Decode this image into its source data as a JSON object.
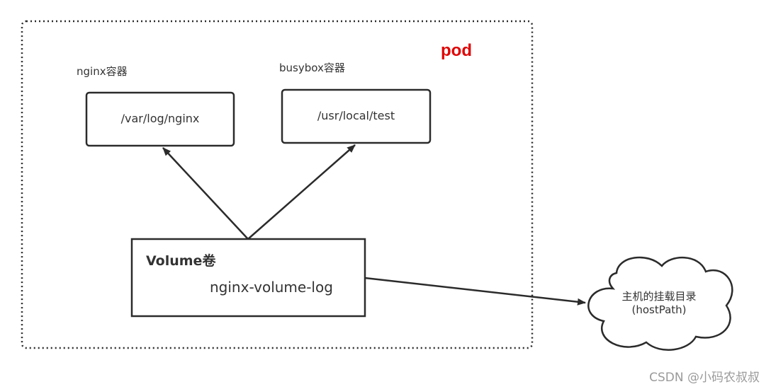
{
  "pod": {
    "label": "pod",
    "label_color": "#e00000"
  },
  "containers": [
    {
      "label": "nginx容器",
      "mount_path": "/var/log/nginx"
    },
    {
      "label": "busybox容器",
      "mount_path": "/usr/local/test"
    }
  ],
  "volume": {
    "title": "Volume卷",
    "name": "nginx-volume-log"
  },
  "host": {
    "line1": "主机的挂载目录",
    "line2": "(hostPath)"
  },
  "watermark": "CSDN @小码农叔叔",
  "colors": {
    "stroke": "#2b2b2b",
    "text": "#333333"
  }
}
